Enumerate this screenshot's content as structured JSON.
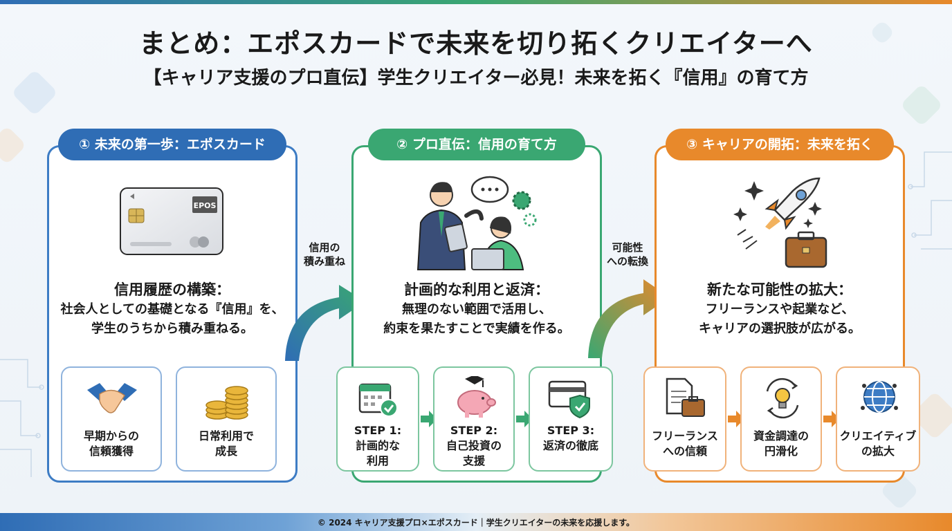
{
  "title": "まとめ：エポスカードで未来を切り拓くクリエイターへ",
  "subtitle": "【キャリア支援のプロ直伝】学生クリエイター必見！未来を拓く『信用』の育て方",
  "panels": [
    {
      "pill": "① 未来の第一歩：エポスカード",
      "card_brand": "EPOS",
      "heading": "信用履歴の構築：",
      "lines": [
        "社会人としての基礎となる『信用』を、",
        "学生のうちから積み重ねる。"
      ],
      "items": [
        {
          "line1": "早期からの",
          "line2": "信頼獲得",
          "icon": "handshake-icon"
        },
        {
          "line1": "日常利用で",
          "line2": "成長",
          "icon": "coins-icon"
        }
      ]
    },
    {
      "pill": "② プロ直伝：信用の育て方",
      "heading": "計画的な利用と返済：",
      "lines": [
        "無理のない範囲で活用し、",
        "約束を果たすことで実績を作る。"
      ],
      "items": [
        {
          "line1": "STEP 1:",
          "line2": "計画的な",
          "line3": "利用",
          "icon": "calendar-icon"
        },
        {
          "line1": "STEP 2:",
          "line2": "自己投資の",
          "line3": "支援",
          "icon": "piggy-bank-icon"
        },
        {
          "line1": "STEP 3:",
          "line2": "返済の徹底",
          "line3": "",
          "icon": "card-shield-icon"
        }
      ]
    },
    {
      "pill": "③ キャリアの開拓：未来を拓く",
      "heading": "新たな可能性の拡大：",
      "lines": [
        "フリーランスや起業など、",
        "キャリアの選択肢が広がる。"
      ],
      "items": [
        {
          "line1": "フリーランス",
          "line2": "への信頼",
          "icon": "document-briefcase-icon"
        },
        {
          "line1": "資金調達の",
          "line2": "円滑化",
          "icon": "lightbulb-icon"
        },
        {
          "line1": "クリエイティブ",
          "line2": "の拡大",
          "icon": "globe-icon"
        }
      ]
    }
  ],
  "connectors": [
    {
      "line1": "信用の",
      "line2": "積み重ね"
    },
    {
      "line1": "可能性",
      "line2": "への転換"
    }
  ],
  "footer": "© 2024 キャリア支援プロ×エポスカード｜学生クリエイターの未来を応援します。",
  "colors": {
    "blue": "#2f6db5",
    "green": "#3aa772",
    "orange": "#e8892b"
  }
}
